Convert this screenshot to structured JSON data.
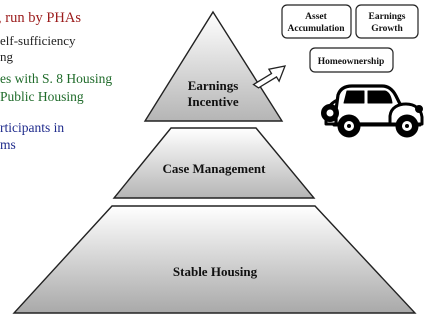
{
  "slide": {
    "bullets": [
      {
        "text": ", run by PHAs",
        "color": "#9b1b1b"
      },
      {
        "text": "elf-sufficiency",
        "color": "#222222"
      },
      {
        "text": "ng",
        "color": "#222222"
      },
      {
        "text": "es with S. 8 Housing",
        "color": "#1f6b2a"
      },
      {
        "text": " Public Housing",
        "color": "#1f6b2a"
      },
      {
        "text": "rticipants in",
        "color": "#1f2b8c"
      },
      {
        "text": "ms",
        "color": "#1f2b8c"
      }
    ]
  },
  "pyramid": {
    "top_label_line1": "Earnings",
    "top_label_line2": "Incentive",
    "middle_label": "Case Management",
    "bottom_label": "Stable Housing"
  },
  "goals": {
    "asset_line1": "Asset",
    "asset_line2": "Accumulation",
    "earnings_line1": "Earnings",
    "earnings_line2": "Growth",
    "homeownership": "Homeownership"
  },
  "icons": {
    "car": "car-icon",
    "arrow": "arrow-icon"
  }
}
